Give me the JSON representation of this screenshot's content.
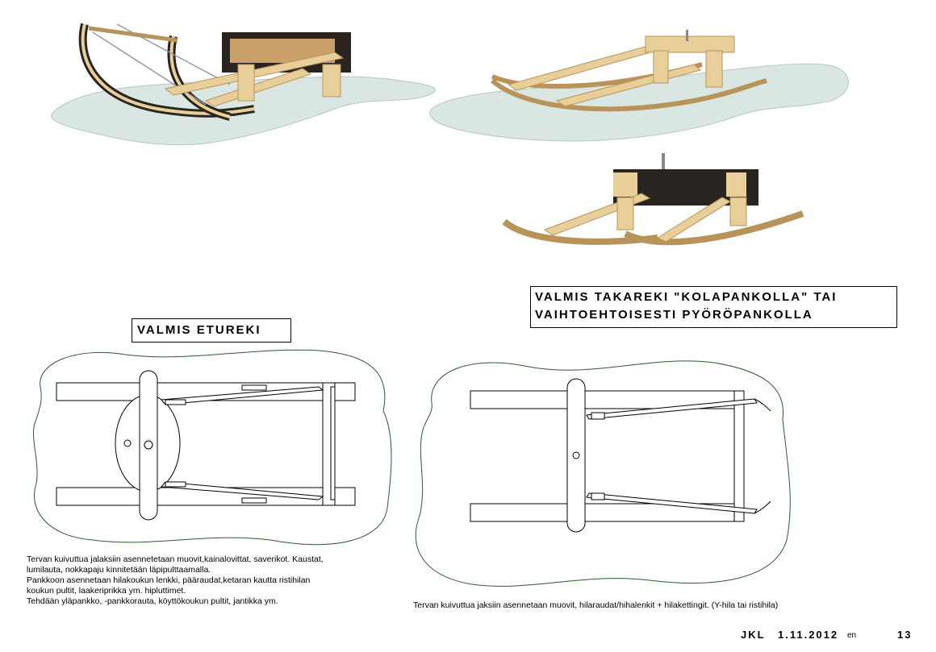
{
  "titles": {
    "front": "VALMIS ETUREKI",
    "rear_line1": "VALMIS TAKAREKI \"KOLAPANKOLLA\" TAI",
    "rear_line2": "VAIHTOEHTOISESTI PYÖRÖPANKOLLA"
  },
  "captions": {
    "front_1": "Tervan kuivuttua jalaksiin asennetetaan muovit,kainalovittat, saverikot. Kaustat,",
    "front_2": "lumilauta, nokkapaju kinnitetään läpipulttaamalla.",
    "front_3": "Pankkoon asennetaan hilakoukun lenkki, pääraudat,ketaran kautta ristihilan",
    "front_4": "koukun pultit, laakeriprikka ym. hipluttimet.",
    "front_5": "Tehdään yläpankko, -pankkorauta, köyttökoukun pultit, jantikka ym.",
    "rear": "Tervan kuivuttua jaksiin asennetaan muovit, hilaraudat/hihalenkit + hilakettingit. (Y-hila tai ristihila)"
  },
  "footer": {
    "author": "JKL",
    "date": "1.11.2012",
    "lang": "en",
    "page": "13"
  },
  "colors": {
    "wood": "#e8cf9a",
    "wood_dark": "#b8935a",
    "glass": "#d9e6e1",
    "outline_green": "#2e5a2e",
    "dark_band": "#2a2420"
  }
}
